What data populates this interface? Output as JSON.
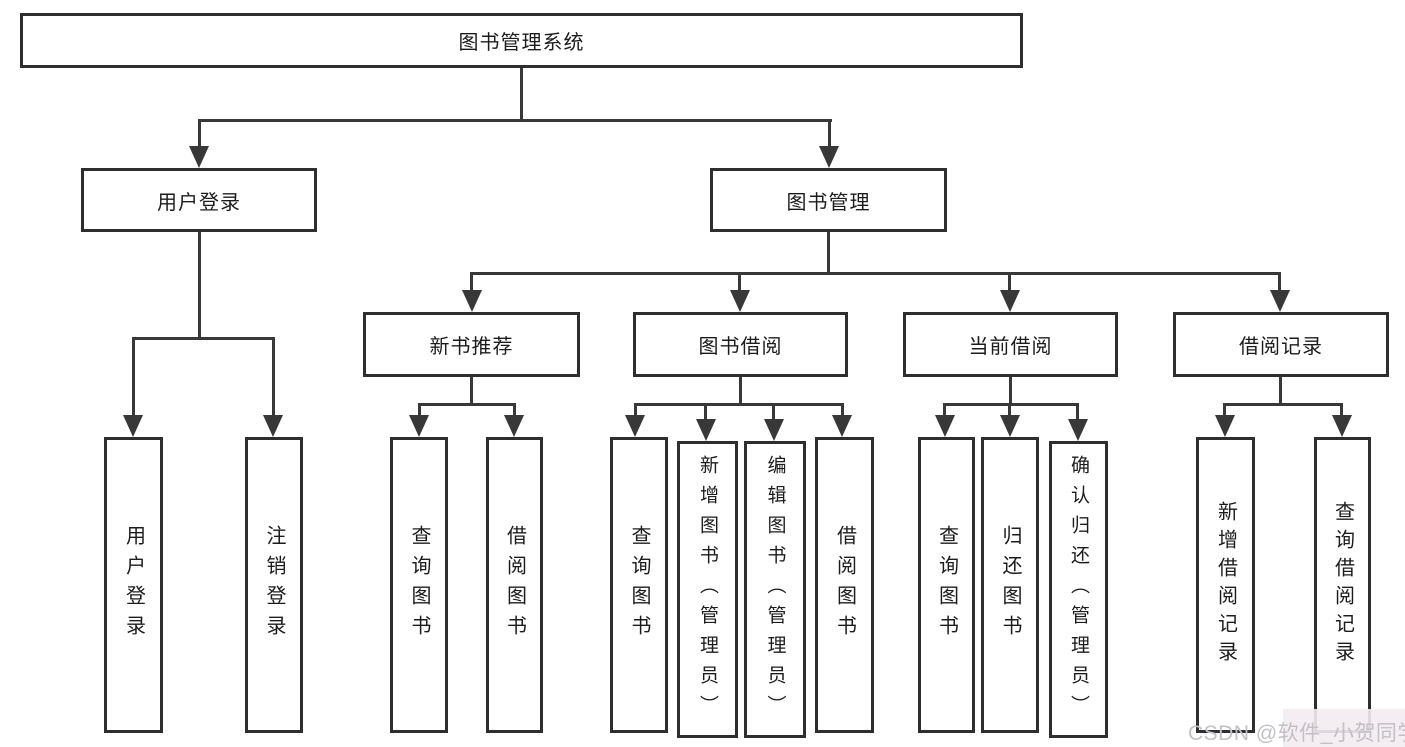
{
  "colors": {
    "background": "#ffffff",
    "line": "#383838",
    "box_border": "#2e2e2e",
    "text": "#1c1c1c",
    "watermark_text": "#c3c0c7"
  },
  "nodes": {
    "root": {
      "label": "图书管理系统"
    },
    "user_login": {
      "label": "用户登录",
      "children": {
        "login": {
          "label": "用户登录"
        },
        "logout": {
          "label": "注销登录"
        }
      }
    },
    "book_management": {
      "label": "图书管理",
      "children": {
        "new_book_recommend": {
          "label": "新书推荐",
          "children": {
            "query_books": {
              "label": "查询图书"
            },
            "borrow_books": {
              "label": "借阅图书"
            }
          }
        },
        "book_borrowing": {
          "label": "图书借阅",
          "children": {
            "query_books": {
              "label": "查询图书"
            },
            "add_books_admin": {
              "label": "新增图书（管理员）"
            },
            "edit_books_admin": {
              "label": "编辑图书（管理员）"
            },
            "borrow_books": {
              "label": "借阅图书"
            }
          }
        },
        "current_borrowing": {
          "label": "当前借阅",
          "children": {
            "query_books": {
              "label": "查询图书"
            },
            "return_books": {
              "label": "归还图书"
            },
            "confirm_return_admin": {
              "label": "确认归还（管理员）"
            }
          }
        },
        "borrowing_records": {
          "label": "借阅记录",
          "children": {
            "add_record": {
              "label": "新增借阅记录"
            },
            "query_record": {
              "label": "查询借阅记录"
            }
          }
        }
      }
    }
  },
  "watermark": {
    "text": "CSDN @软件_小贺同学"
  }
}
